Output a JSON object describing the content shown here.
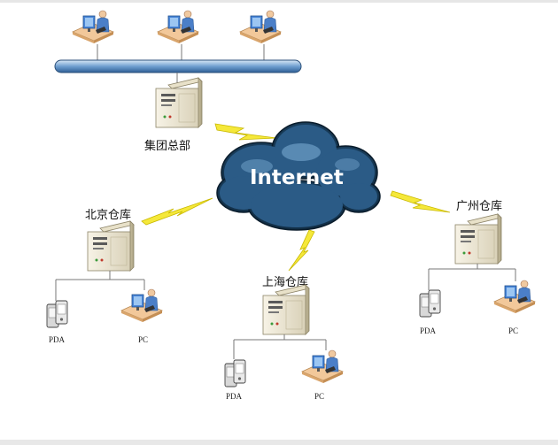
{
  "cloud": {
    "label": "Internet"
  },
  "hq": {
    "label": "集团总部"
  },
  "beijing": {
    "label": "北京仓库",
    "pda": "PDA",
    "pc": "PC"
  },
  "shanghai": {
    "label": "上海仓库",
    "pda": "PDA",
    "pc": "PC"
  },
  "guangzhou": {
    "label": "广州仓库",
    "pda": "PDA",
    "pc": "PC"
  },
  "colors": {
    "cloud_dark": "#0c2336",
    "cloud_mid": "#2e5f8a",
    "cloud_light": "#7fb0d8",
    "bus": "#6f9fd0",
    "lightning": "#f5e83a",
    "server": "#efe9d6",
    "desk": "#f2c89a",
    "person": "#4b7fc8"
  }
}
